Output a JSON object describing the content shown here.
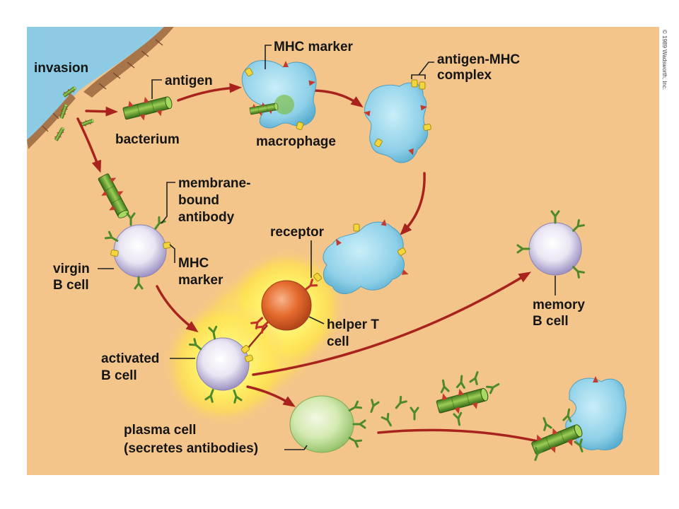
{
  "labels": {
    "invasion": "invasion",
    "antigen": "antigen",
    "bacterium": "bacterium",
    "mhc_marker_top": "MHC marker",
    "macrophage": "macrophage",
    "antigen_mhc_complex": [
      "antigen-MHC",
      "complex"
    ],
    "membrane_bound_antibody": [
      "membrane-",
      "bound",
      "antibody"
    ],
    "receptor": "receptor",
    "virgin_b_cell": [
      "virgin",
      "B cell"
    ],
    "mhc_marker": [
      "MHC",
      "marker"
    ],
    "helper_t_cell": [
      "helper T",
      "cell"
    ],
    "memory_b_cell": [
      "memory",
      "B cell"
    ],
    "activated_b_cell": [
      "activated",
      "B cell"
    ],
    "plasma_cell": [
      "plasma cell",
      "(secretes antibodies)"
    ]
  },
  "copyright": "© 1989 Wadsworth, Inc.",
  "colors": {
    "page": "#ffffff",
    "panel": "#f4c58a",
    "arrow": "#a8231d",
    "label": "#151515",
    "tissue": "#8ccbe3",
    "tissue_edge": "#a8744a"
  }
}
